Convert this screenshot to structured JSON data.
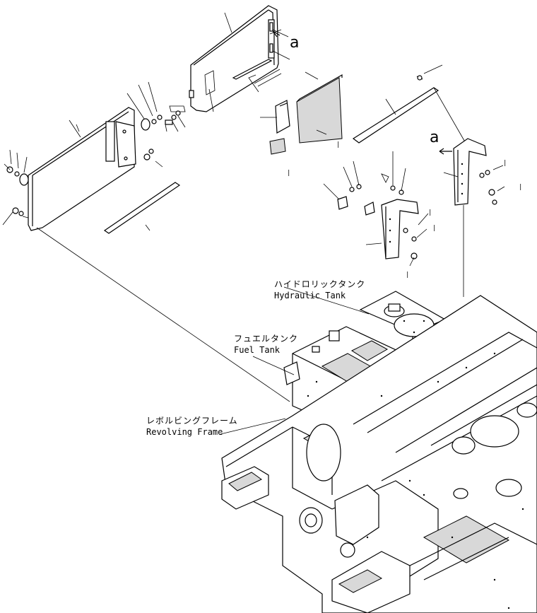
{
  "labels": {
    "hydraulic_tank_jp": "ハイドロリックタンク",
    "hydraulic_tank_en": "Hydraulic Tank",
    "fuel_tank_jp": "フュエルタンク",
    "fuel_tank_en": "Fuel Tank",
    "revolving_frame_jp": "レボルビングフレーム",
    "revolving_frame_en": "Revolving Frame"
  },
  "reference_marks": {
    "a_top": "a",
    "a_bracket": "a"
  },
  "index_marks": {
    "mark": "|"
  },
  "colors": {
    "line": "#000000",
    "background": "#ffffff",
    "shade": "#d8d8d8"
  }
}
